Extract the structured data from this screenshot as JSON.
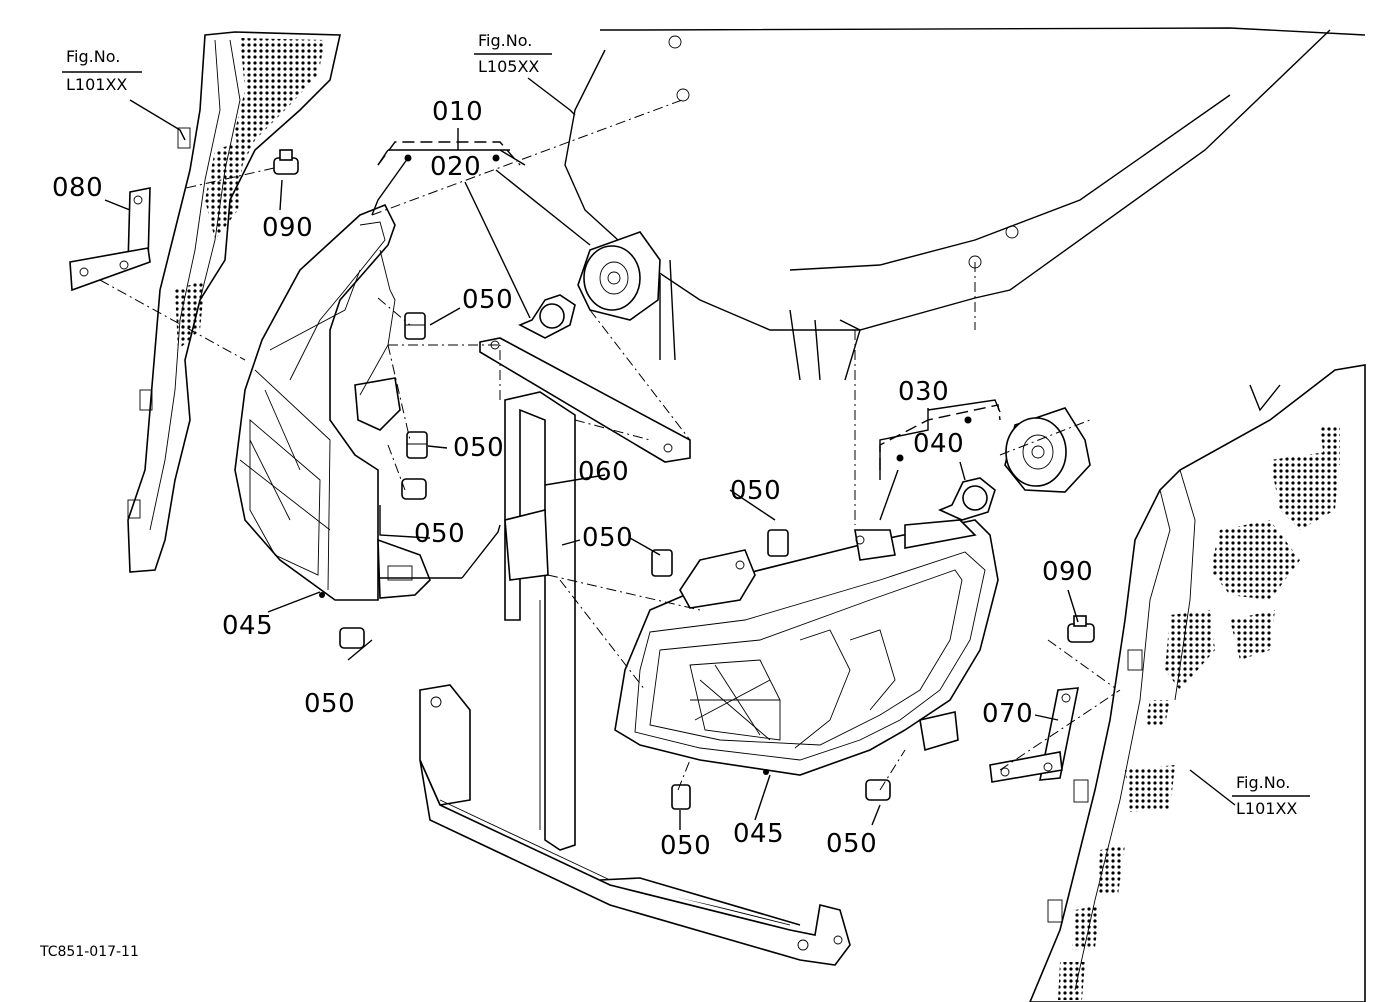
{
  "diagram": {
    "figure_refs": [
      {
        "id": "fig-left",
        "line1": "Fig.No.",
        "line2": "L101XX"
      },
      {
        "id": "fig-top",
        "line1": "Fig.No.",
        "line2": "L105XX"
      },
      {
        "id": "fig-right",
        "line1": "Fig.No.",
        "line2": "L101XX"
      }
    ],
    "parts": {
      "p010": "010",
      "p020": "020",
      "p030": "030",
      "p040": "040",
      "p045a": "045",
      "p045b": "045",
      "p050a": "050",
      "p050b": "050",
      "p050c": "050",
      "p050d": "050",
      "p050e": "050",
      "p050f": "050",
      "p050g": "050",
      "p050h": "050",
      "p060": "060",
      "p070": "070",
      "p080": "080",
      "p090a": "090",
      "p090b": "090"
    },
    "drawing_code": "TC851-017-11"
  }
}
